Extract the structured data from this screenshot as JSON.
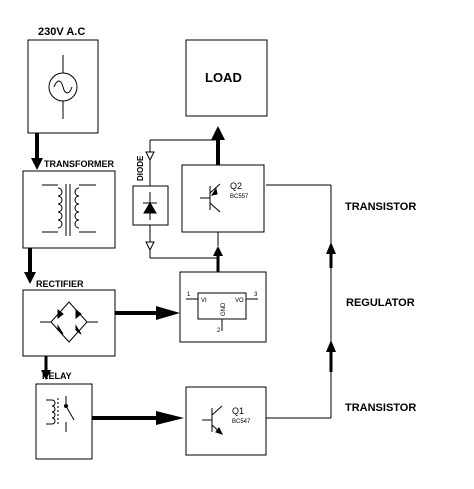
{
  "labels": {
    "ac_source": "230V A.C",
    "transformer": "TRANSFORMER",
    "rectifier": "RECTIFIER",
    "relay": "RELAY",
    "load": "LOAD",
    "diode": "DIODE",
    "transistor_top": "TRANSISTOR",
    "regulator": "REGULATOR",
    "transistor_bottom": "TRANSISTOR"
  },
  "components": {
    "q2": {
      "name": "Q2",
      "part": "BC557"
    },
    "q1": {
      "name": "Q1",
      "part": "BC547"
    },
    "regulator_ic": {
      "pin_in": "VI",
      "pin_out": "VO",
      "pin_gnd": "GND",
      "pin1": "1",
      "pin2": "2",
      "pin3": "3"
    }
  },
  "icons": [
    "ac-source-icon",
    "transformer-icon",
    "bridge-rectifier-icon",
    "relay-icon",
    "diode-icon",
    "pnp-transistor-icon",
    "npn-transistor-icon",
    "voltage-regulator-icon"
  ]
}
